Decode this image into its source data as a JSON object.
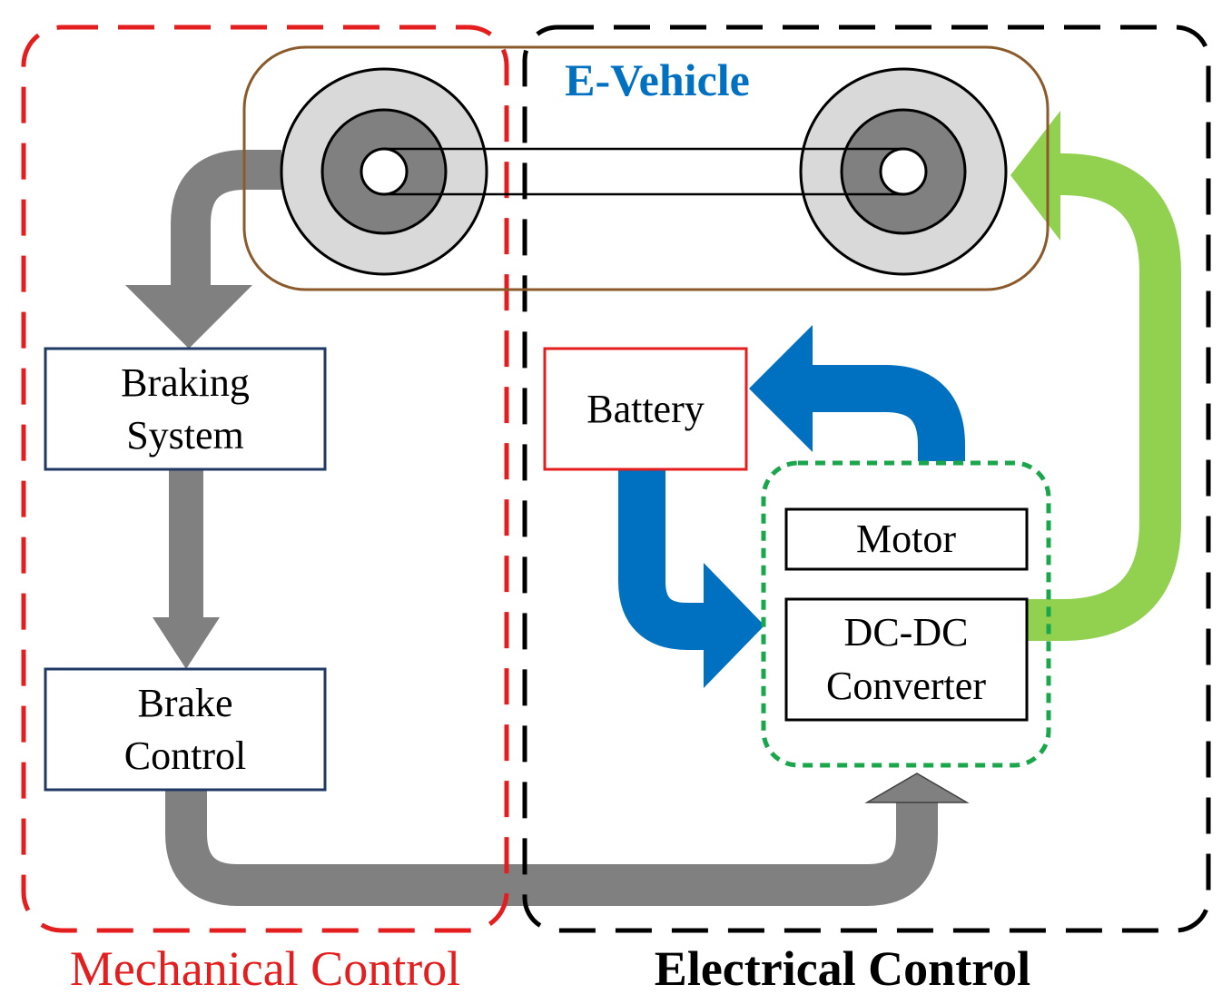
{
  "vehicle_label": "E-Vehicle",
  "boxes": {
    "braking_system": [
      "Braking",
      "System"
    ],
    "brake_control": [
      "Brake",
      "Control"
    ],
    "battery": "Battery",
    "motor": "Motor",
    "converter": [
      "DC-DC",
      "Converter"
    ]
  },
  "regions": {
    "mechanical": "Mechanical Control",
    "electrical": "Electrical Control"
  },
  "colors": {
    "mechanical_border": "#e41e1e",
    "electrical_border": "#000000",
    "vehicle_border": "#8b5a2b",
    "vehicle_title": "#0070c0",
    "box_border_blue": "#1f3864",
    "battery_border": "#e41e1e",
    "converter_group_border": "#1aa64a",
    "arrow_gray": "#808080",
    "arrow_blue": "#0070c0",
    "arrow_green": "#92d050",
    "wheel_outer": "#d9d9d9",
    "wheel_inner": "#808080"
  }
}
